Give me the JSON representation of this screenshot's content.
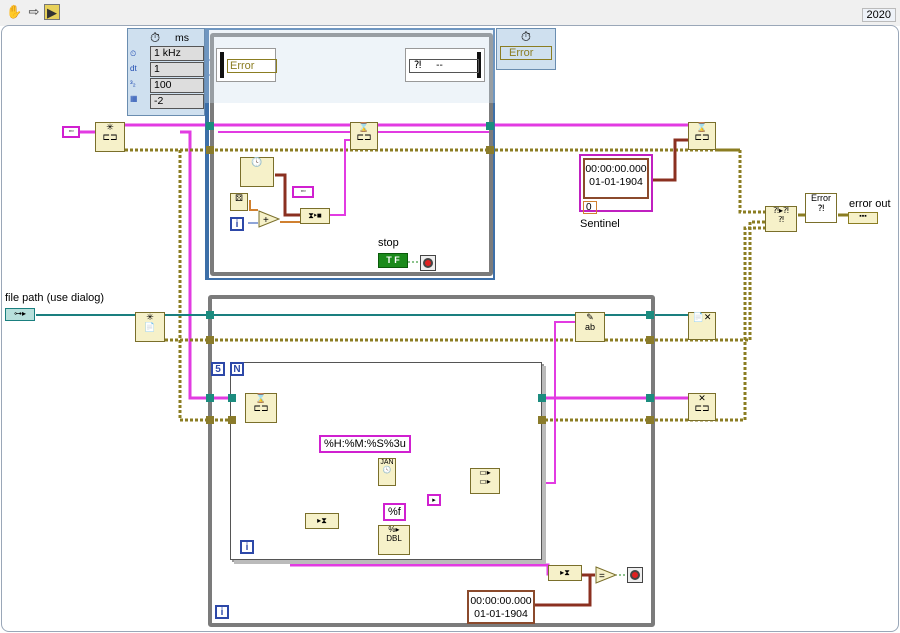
{
  "toolbar": {
    "version": "2020"
  },
  "timed_panel": {
    "unit": "ms",
    "rows": [
      "1 kHz",
      "1",
      "100",
      "-2"
    ],
    "row_symbols": [
      "⏲",
      "dt",
      "³₂",
      "▦"
    ]
  },
  "error_cluster_left": "Error",
  "error_cluster_right": "Error",
  "dequeue_indicator": "--",
  "timestamp_sentinel": {
    "time": "00:00:00.000",
    "date": "01-01-1904",
    "value": "0"
  },
  "timestamp_bottom": {
    "time": "00:00:00.000",
    "date": "01-01-1904"
  },
  "labels": {
    "sentinel": "Sentinel",
    "stop": "stop",
    "file_path": "file path (use dialog)",
    "error_out": "error out"
  },
  "constants": {
    "format_time": "%H:%M:%S%3u",
    "format_num": "%f",
    "loop_count": "5",
    "loop_n": "N",
    "iter_top": "i",
    "iter_inner": "i",
    "iter_bottom": "i",
    "stop_bool": "T F"
  },
  "colors": {
    "wire_pink": "#e23be2",
    "wire_yellow": "#8b7d22",
    "wire_teal": "#1a7f7f",
    "wire_orange": "#d08030",
    "wire_brown": "#8b4a2c",
    "frame_gray": "#7b7b7b"
  }
}
